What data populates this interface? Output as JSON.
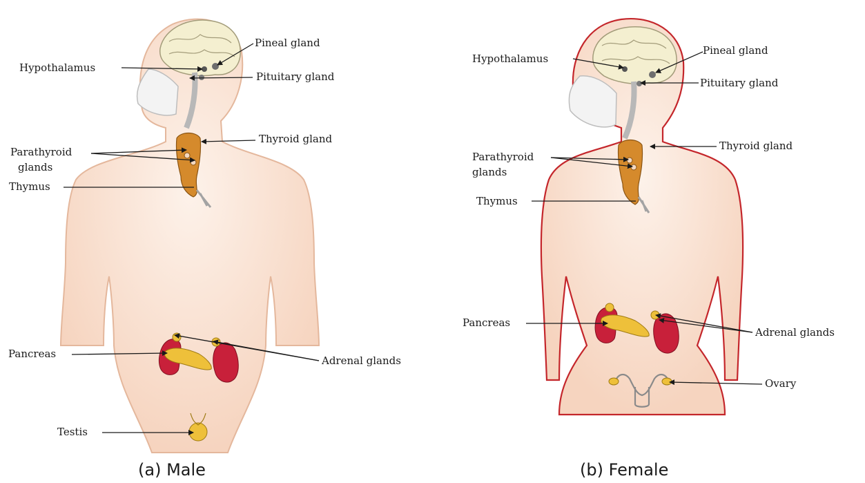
{
  "figure": {
    "male": {
      "caption": "(a) Male",
      "labels": {
        "pineal": "Pineal gland",
        "hypothalamus": "Hypothalamus",
        "pituitary": "Pituitary gland",
        "thyroid": "Thyroid gland",
        "parathyroid_1": "Parathyroid",
        "parathyroid_2": "glands",
        "thymus": "Thymus",
        "pancreas": "Pancreas",
        "adrenal": "Adrenal glands",
        "testis": "Testis"
      }
    },
    "female": {
      "caption": "(b) Female",
      "labels": {
        "hypothalamus": "Hypothalamus",
        "pineal": "Pineal gland",
        "pituitary": "Pituitary gland",
        "thyroid": "Thyroid gland",
        "parathyroid_1": "Parathyroid",
        "parathyroid_2": "glands",
        "thymus": "Thymus",
        "pancreas": "Pancreas",
        "adrenal": "Adrenal glands",
        "ovary": "Ovary"
      }
    },
    "colors": {
      "skin": "#fbe6d8",
      "skin_shade": "#f2c8ad",
      "male_outline": "#e0b49a",
      "female_outline": "#c4262b",
      "brain": "#f4efd0",
      "gland": "#d58a2c",
      "kidney": "#c8203a",
      "pancreas": "#eec03a"
    }
  }
}
